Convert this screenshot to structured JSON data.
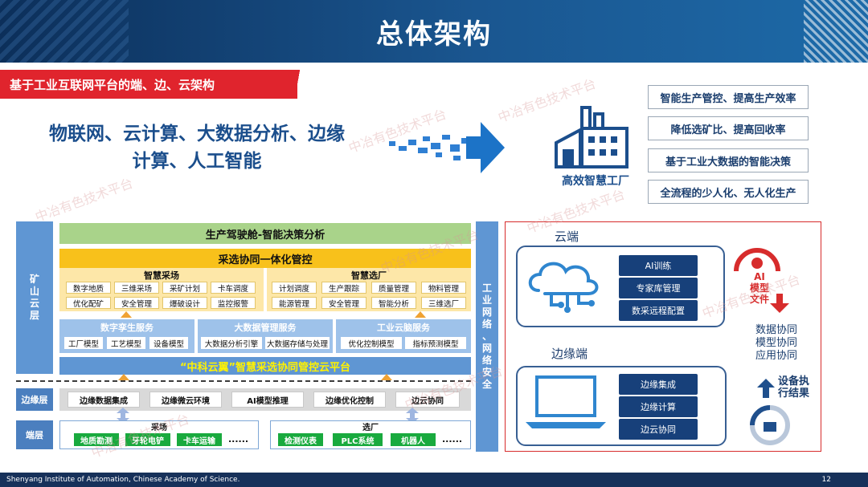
{
  "header": {
    "title": "总体架构"
  },
  "section_label": "基于工业互联网平台的端、边、云架构",
  "technologies": "物联网、云计算、大数据分析、边缘计算、人工智能",
  "factory": {
    "label": "高效智慧工厂",
    "benefits": [
      "智能生产管控、提高生产效率",
      "降低选矿比、提高回收率",
      "基于工业大数据的智能决策",
      "全流程的少人化、无人化生产"
    ]
  },
  "architecture": {
    "left_layer_label": "矿山云层",
    "right_side_label": "工业网络 、网络安全",
    "top_bar": "生产驾驶舱-智能决策分析",
    "yellow_bar": "采选协同一体化管控",
    "mining": {
      "title": "智慧采场",
      "chips": [
        "数字地质",
        "三维采场",
        "采矿计划",
        "卡车调度",
        "优化配矿",
        "安全管理",
        "爆破设计",
        "监控报警"
      ]
    },
    "plant": {
      "title": "智慧选厂",
      "chips": [
        "计划调度",
        "生产跟踪",
        "质量管理",
        "物料管理",
        "能源管理",
        "安全管理",
        "智能分析",
        "三维选厂"
      ]
    },
    "services": [
      {
        "title": "数字孪生服务",
        "chips": [
          "工厂模型",
          "工艺模型",
          "设备模型"
        ]
      },
      {
        "title": "大数据管理服务",
        "chips": [
          "大数据分析引擎",
          "大数据存储与处理"
        ]
      },
      {
        "title": "工业云脑服务",
        "chips": [
          "优化控制模型",
          "指标预测模型"
        ]
      }
    ],
    "cloud_platform": "“中科云翼”智慧采选协同管控云平台",
    "edge": {
      "label": "边缘层",
      "chips": [
        "边缘数据集成",
        "边缘微云环境",
        "AI模型推理",
        "边缘优化控制",
        "边云协同"
      ]
    },
    "end": {
      "label": "端层",
      "groups": [
        {
          "title": "采场",
          "chips": [
            "地质勘测",
            "牙轮电铲",
            "卡车运输"
          ],
          "more": "......"
        },
        {
          "title": "选厂",
          "chips": [
            "检测仪表",
            "PLC系统",
            "机器人"
          ],
          "more": "......"
        }
      ]
    }
  },
  "cloud_edge": {
    "cloud": {
      "label": "云端",
      "buttons": [
        "AI训练",
        "专家库管理",
        "数采远程配置"
      ]
    },
    "edge": {
      "label": "边缘端",
      "buttons": [
        "边缘集成",
        "边缘计算",
        "边云协同"
      ]
    },
    "ai_model": {
      "line1": "AI",
      "line2": "模型",
      "line3": "文件"
    },
    "collab": [
      "数据协同",
      "模型协同",
      "应用协同"
    ],
    "device_result": {
      "line1": "设备执",
      "line2": "行结果"
    }
  },
  "watermark": "中冶有色技术平台",
  "footer": {
    "institution": "Shenyang Institute of Automation, Chinese Academy of Science.",
    "page": "12"
  },
  "colors": {
    "header": "#1a5690",
    "accent_red": "#e0242d",
    "primary_blue": "#1b4e8c",
    "yellow": "#f8c11b",
    "green": "#a9d38a",
    "green_chip": "#19aa3e"
  }
}
